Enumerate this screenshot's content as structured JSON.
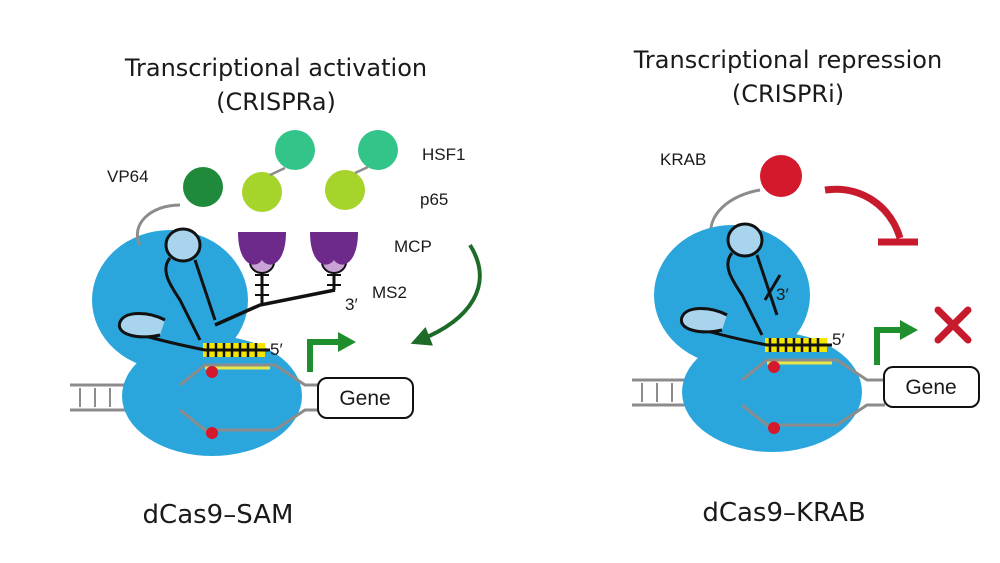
{
  "left_panel": {
    "title_line1": "Transcriptional activation",
    "title_line2": "(CRISPRa)",
    "labels": {
      "vp64": "VP64",
      "hsf1": "HSF1",
      "p65": "p65",
      "mcp": "MCP",
      "ms2": "MS2",
      "prime3": "3′",
      "prime5": "5′"
    },
    "gene_label": "Gene",
    "complex_name": "dCas9–SAM"
  },
  "right_panel": {
    "title_line1": "Transcriptional repression",
    "title_line2": "(CRISPRi)",
    "labels": {
      "krab": "KRAB",
      "prime3": "3′",
      "prime5": "5′"
    },
    "gene_label": "Gene",
    "complex_name": "dCas9–KRAB"
  },
  "colors": {
    "cas9_blue": "#2aa6dc",
    "vp64_green": "#1f8a3c",
    "hsf1_teal": "#33c489",
    "p65_lime": "#a6d42a",
    "mcp_purple": "#6e2a8a",
    "ms2_lilac": "#c9a3d6",
    "krab_red": "#d4192c",
    "arrow_green": "#1f8f2e",
    "dark_green_arrow": "#1d6b28",
    "repress_red": "#c81a2d",
    "guide_yellow": "#f2e600",
    "dna_gray": "#8c8c8c"
  }
}
